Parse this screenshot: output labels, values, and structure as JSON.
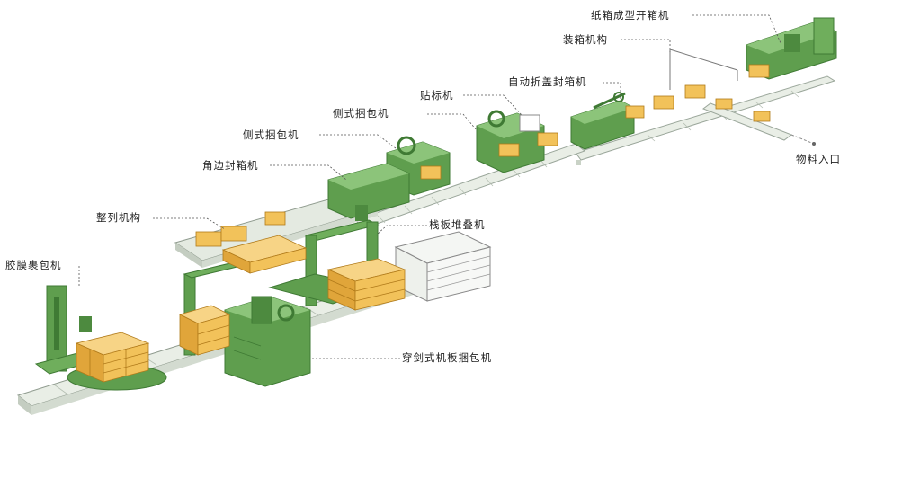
{
  "colors": {
    "machine_green": "#5f9e4e",
    "machine_dark": "#3f7a34",
    "machine_light": "#8cc47a",
    "conveyor": "#e9eee6",
    "conveyor_edge": "#9aa69a",
    "carton": "#f2c25a",
    "carton_dark": "#d39a2c",
    "leader_line": "#555555"
  },
  "labels": {
    "carton_erector": "纸箱成型开箱机",
    "case_packer": "装箱机构",
    "auto_flap_sealer": "自动折盖封箱机",
    "labeler": "贴标机",
    "side_strapper_1": "侧式捆包机",
    "side_strapper_2": "侧式捆包机",
    "corner_sealer": "角边封箱机",
    "aligner": "整列机构",
    "palletizer": "栈板堆叠机",
    "stretch_wrapper": "胶膜裹包机",
    "pallet_strapper": "穿剑式机板捆包机",
    "material_inlet": "物料入口"
  }
}
